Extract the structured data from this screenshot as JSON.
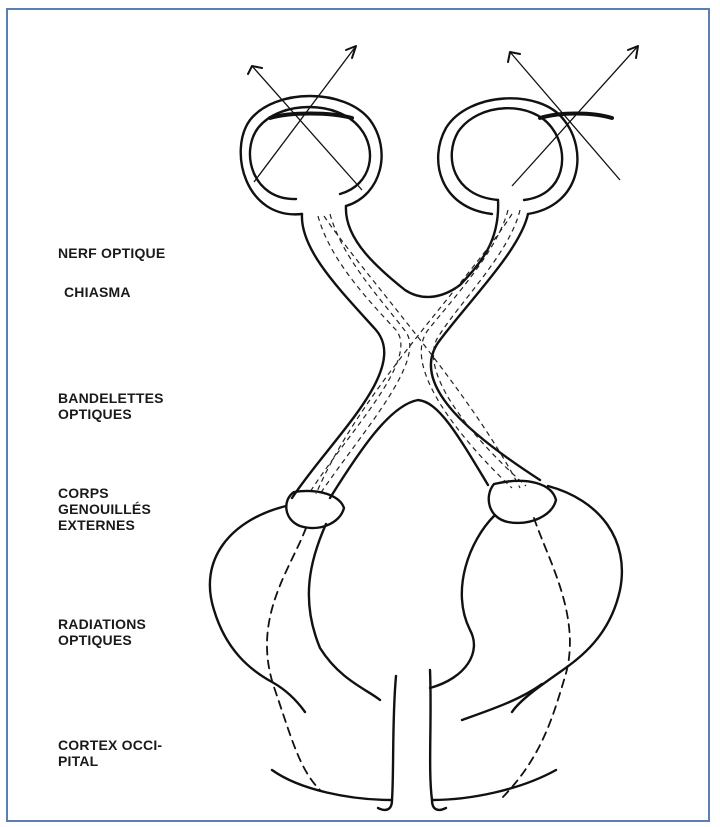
{
  "labels": {
    "nerf_optique": [
      "NERF OPTIQUE"
    ],
    "chiasma": [
      "CHIASMA"
    ],
    "bandelettes": [
      "BANDELETTES",
      "OPTIQUES"
    ],
    "corps": [
      "CORPS",
      "GENOUILLÉS",
      "EXTERNES"
    ],
    "radiations": [
      "RADIATIONS",
      "OPTIQUES"
    ],
    "cortex": [
      "CORTEX OCCI-",
      "PITAL"
    ]
  },
  "colors": {
    "frame": "#5b7fb3",
    "ink": "#111111"
  }
}
